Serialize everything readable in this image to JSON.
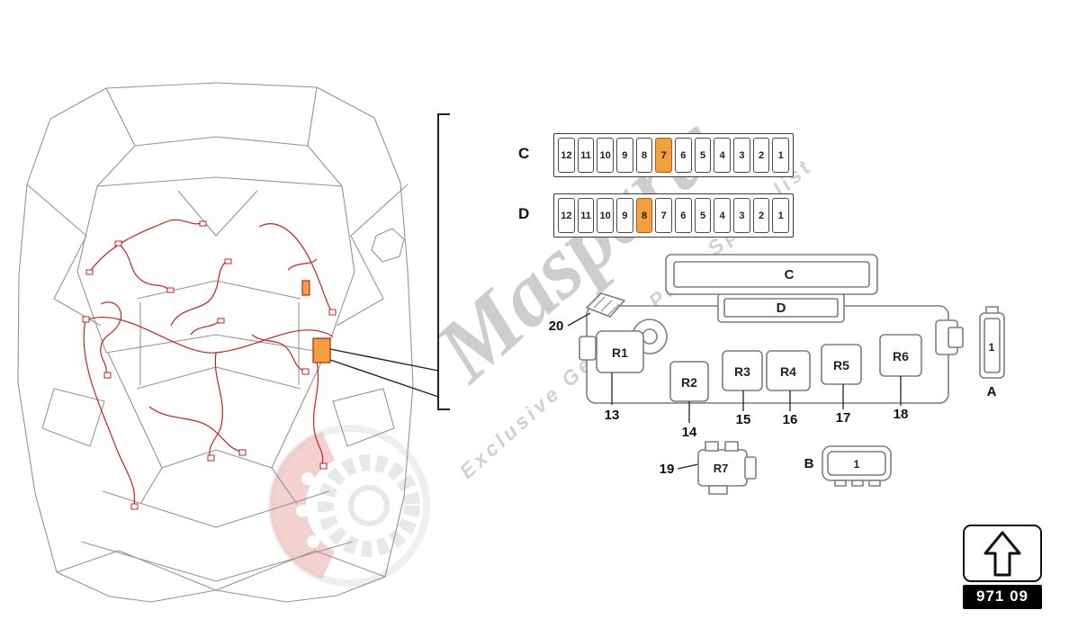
{
  "watermark": {
    "brand": "Masparts",
    "tagline": "Exclusive Genuine Parts Specialist"
  },
  "strips": {
    "c_label": "C",
    "d_label": "D",
    "c": [
      "12",
      "11",
      "10",
      "9",
      "8",
      "7",
      "6",
      "5",
      "4",
      "3",
      "2",
      "1"
    ],
    "d": [
      "12",
      "11",
      "10",
      "9",
      "8",
      "7",
      "6",
      "5",
      "4",
      "3",
      "2",
      "1"
    ],
    "c_highlighted_fuse": "7",
    "d_highlighted_fuse": "8"
  },
  "fusebox": {
    "section_c": "C",
    "section_d": "D",
    "r1": "R1",
    "r2": "R2",
    "r3": "R3",
    "r4": "R4",
    "r5": "R5",
    "r6": "R6",
    "r7": "R7"
  },
  "callouts": {
    "n13": "13",
    "n14": "14",
    "n15": "15",
    "n16": "16",
    "n17": "17",
    "n18": "18",
    "n19": "19",
    "n20": "20"
  },
  "connectors": {
    "a_label": "A",
    "a_pin": "1",
    "b_label": "B",
    "b_pin": "1"
  },
  "part_ref": {
    "code": "971 09"
  },
  "colors": {
    "harness_red": "#c9211e",
    "fuse_highlight": "#f2a03d",
    "outline_gray": "#8d8d8d",
    "callout_black": "#111111"
  }
}
